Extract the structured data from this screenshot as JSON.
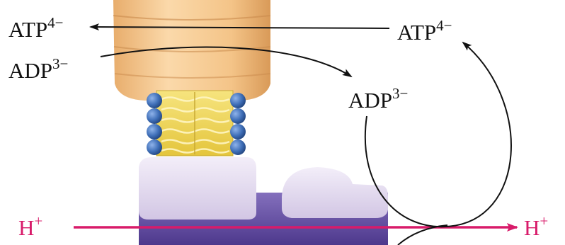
{
  "labels": {
    "atp_left": {
      "base": "ATP",
      "charge": "4−"
    },
    "adp_left": {
      "base": "ADP",
      "charge": "3−"
    },
    "atp_right": {
      "base": "ATP",
      "charge": "4−"
    },
    "adp_right": {
      "base": "ADP",
      "charge": "3−"
    },
    "proton_left": {
      "base": "H",
      "charge": "+"
    },
    "proton_right": {
      "base": "H",
      "charge": "+"
    }
  },
  "colors": {
    "proton": "#d81b6a",
    "arrows": "#111111",
    "upper_protein": "#f2c48c",
    "lipid_tails": "#efd45a",
    "lipid_heads": "#3f6fb8",
    "lower_protein_light": "#e4dcef",
    "lower_protein_dark": "#6650a5"
  }
}
